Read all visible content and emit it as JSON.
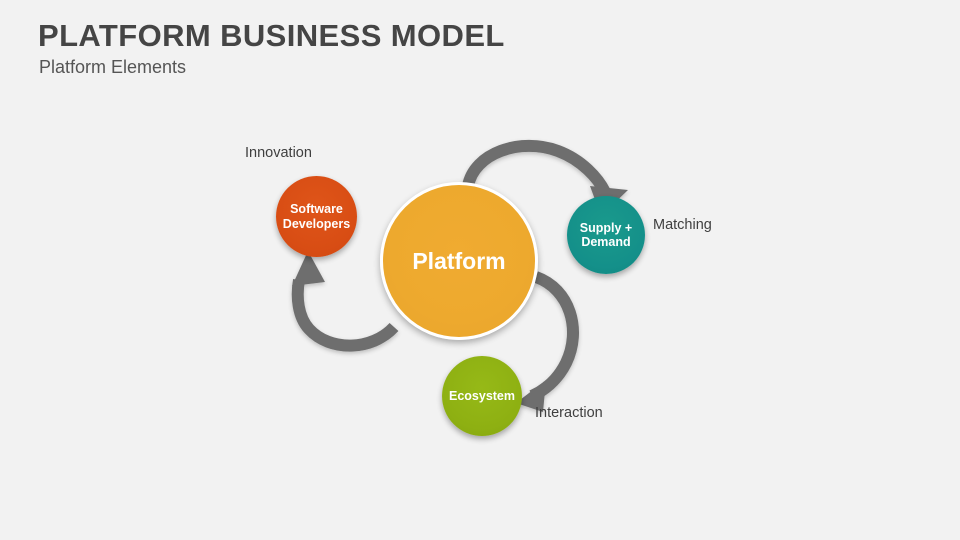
{
  "slide": {
    "background_color": "#f2f2f2",
    "title": "PLATFORM BUSINESS MODEL",
    "subtitle": "Platform Elements"
  },
  "diagram": {
    "type": "cycle-diagram",
    "center": {
      "name": "platform",
      "label": "Platform",
      "color": "#eda92e",
      "text_color": "#ffffff"
    },
    "nodes": [
      {
        "name": "software-developers",
        "label_line1": "Software",
        "label_line2": "Developers",
        "color": "#d84d14",
        "text_color": "#ffffff",
        "outer_label": "Innovation"
      },
      {
        "name": "supply-demand",
        "label_line1": "Supply +",
        "label_line2": "Demand",
        "color": "#14908a",
        "text_color": "#ffffff",
        "outer_label": "Matching"
      },
      {
        "name": "ecosystem",
        "label_line1": "Ecosystem",
        "label_line2": "",
        "color": "#8eb012",
        "text_color": "#ffffff",
        "outer_label": "Interaction"
      }
    ],
    "arrows": [
      {
        "name": "arrow-platform-to-supply-demand",
        "from": "platform",
        "to": "supply-demand",
        "color": "#6e6e6e"
      },
      {
        "name": "arrow-platform-to-ecosystem",
        "from": "platform",
        "to": "ecosystem",
        "color": "#6e6e6e"
      },
      {
        "name": "arrow-platform-to-software-developers",
        "from": "platform",
        "to": "software-developers",
        "color": "#6e6e6e"
      }
    ]
  }
}
